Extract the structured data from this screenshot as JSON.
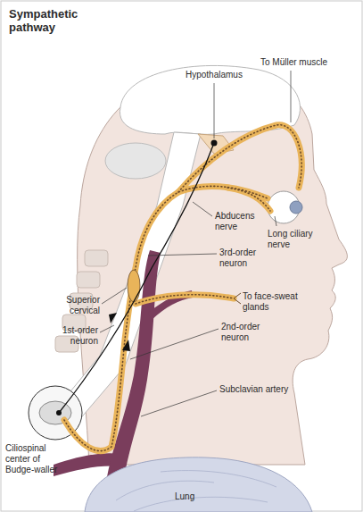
{
  "diagram": {
    "title": "Sympathetic pathway",
    "labels": [
      "Hypothalamus",
      "To Müller muscle",
      "Abducens nerve",
      "Long ciliary nerve",
      "3rd-order neuron",
      "Superior cervical",
      "To face-sweat glands",
      "1st-order neuron",
      "2nd-order neuron",
      "Subclavian artery",
      "Ciliospinal center of Budge-waller",
      "Lung"
    ]
  }
}
